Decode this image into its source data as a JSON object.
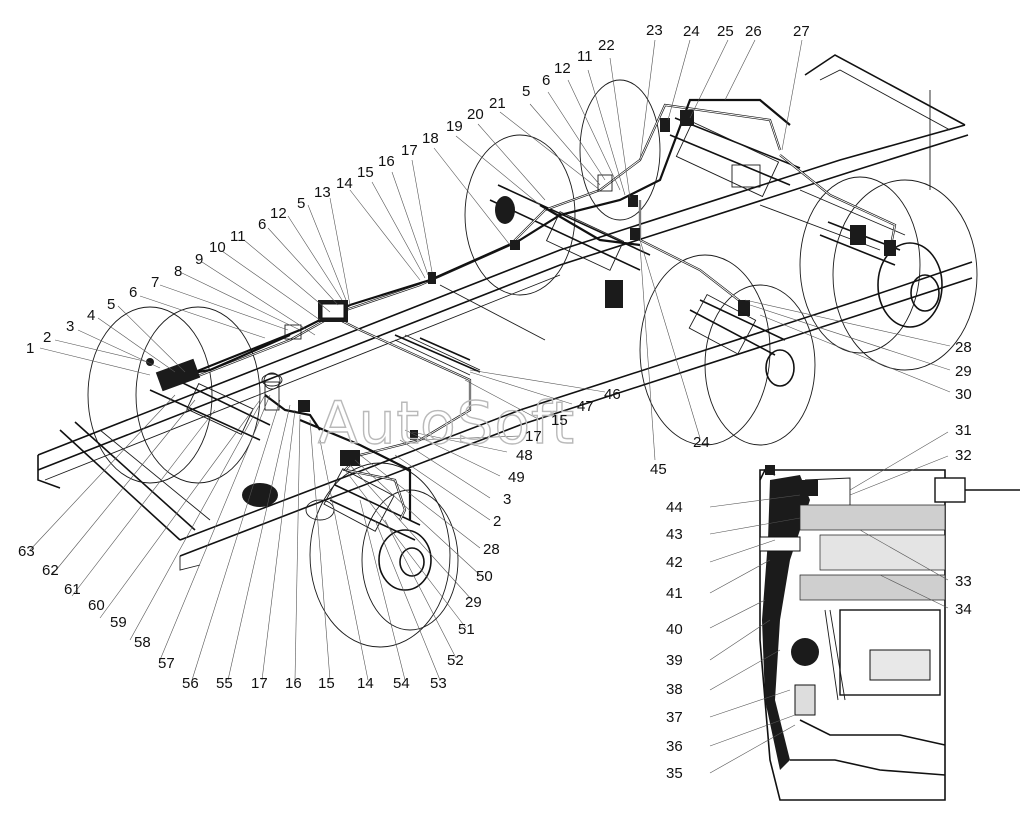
{
  "watermark": "AutoSoft",
  "callouts": [
    {
      "id": "c1",
      "text": "1"
    },
    {
      "id": "c2",
      "text": "2"
    },
    {
      "id": "c3",
      "text": "3"
    },
    {
      "id": "c4",
      "text": "4"
    },
    {
      "id": "c5a",
      "text": "5"
    },
    {
      "id": "c6a",
      "text": "6"
    },
    {
      "id": "c7",
      "text": "7"
    },
    {
      "id": "c8",
      "text": "8"
    },
    {
      "id": "c9",
      "text": "9"
    },
    {
      "id": "c10",
      "text": "10"
    },
    {
      "id": "c11a",
      "text": "11"
    },
    {
      "id": "c6b",
      "text": "6"
    },
    {
      "id": "c12a",
      "text": "12"
    },
    {
      "id": "c5b",
      "text": "5"
    },
    {
      "id": "c13",
      "text": "13"
    },
    {
      "id": "c14a",
      "text": "14"
    },
    {
      "id": "c15a",
      "text": "15"
    },
    {
      "id": "c16a",
      "text": "16"
    },
    {
      "id": "c17a",
      "text": "17"
    },
    {
      "id": "c18",
      "text": "18"
    },
    {
      "id": "c19",
      "text": "19"
    },
    {
      "id": "c20",
      "text": "20"
    },
    {
      "id": "c21",
      "text": "21"
    },
    {
      "id": "c5c",
      "text": "5"
    },
    {
      "id": "c6c",
      "text": "6"
    },
    {
      "id": "c12b",
      "text": "12"
    },
    {
      "id": "c11b",
      "text": "11"
    },
    {
      "id": "c22",
      "text": "22"
    },
    {
      "id": "c23",
      "text": "23"
    },
    {
      "id": "c24a",
      "text": "24"
    },
    {
      "id": "c25",
      "text": "25"
    },
    {
      "id": "c26",
      "text": "26"
    },
    {
      "id": "c27",
      "text": "27"
    },
    {
      "id": "c28a",
      "text": "28"
    },
    {
      "id": "c29a",
      "text": "29"
    },
    {
      "id": "c30",
      "text": "30"
    },
    {
      "id": "c46",
      "text": "46"
    },
    {
      "id": "c47",
      "text": "47"
    },
    {
      "id": "c15b",
      "text": "15"
    },
    {
      "id": "c17b",
      "text": "17"
    },
    {
      "id": "c48",
      "text": "48"
    },
    {
      "id": "c49",
      "text": "49"
    },
    {
      "id": "c3b",
      "text": "3"
    },
    {
      "id": "c2b",
      "text": "2"
    },
    {
      "id": "c28b",
      "text": "28"
    },
    {
      "id": "c50",
      "text": "50"
    },
    {
      "id": "c29b",
      "text": "29"
    },
    {
      "id": "c51",
      "text": "51"
    },
    {
      "id": "c52",
      "text": "52"
    },
    {
      "id": "c53",
      "text": "53"
    },
    {
      "id": "c54",
      "text": "54"
    },
    {
      "id": "c14b",
      "text": "14"
    },
    {
      "id": "c15c",
      "text": "15"
    },
    {
      "id": "c16b",
      "text": "16"
    },
    {
      "id": "c17c",
      "text": "17"
    },
    {
      "id": "c55",
      "text": "55"
    },
    {
      "id": "c56",
      "text": "56"
    },
    {
      "id": "c57",
      "text": "57"
    },
    {
      "id": "c58",
      "text": "58"
    },
    {
      "id": "c59",
      "text": "59"
    },
    {
      "id": "c60",
      "text": "60"
    },
    {
      "id": "c61",
      "text": "61"
    },
    {
      "id": "c62",
      "text": "62"
    },
    {
      "id": "c63",
      "text": "63"
    },
    {
      "id": "c45",
      "text": "45"
    },
    {
      "id": "c24b",
      "text": "24"
    },
    {
      "id": "c31",
      "text": "31"
    },
    {
      "id": "c32",
      "text": "32"
    },
    {
      "id": "c33",
      "text": "33"
    },
    {
      "id": "c34",
      "text": "34"
    },
    {
      "id": "c44",
      "text": "44"
    },
    {
      "id": "c43",
      "text": "43"
    },
    {
      "id": "c42",
      "text": "42"
    },
    {
      "id": "c41",
      "text": "41"
    },
    {
      "id": "c40",
      "text": "40"
    },
    {
      "id": "c39",
      "text": "39"
    },
    {
      "id": "c38",
      "text": "38"
    },
    {
      "id": "c37",
      "text": "37"
    },
    {
      "id": "c36",
      "text": "36"
    },
    {
      "id": "c35",
      "text": "35"
    }
  ]
}
